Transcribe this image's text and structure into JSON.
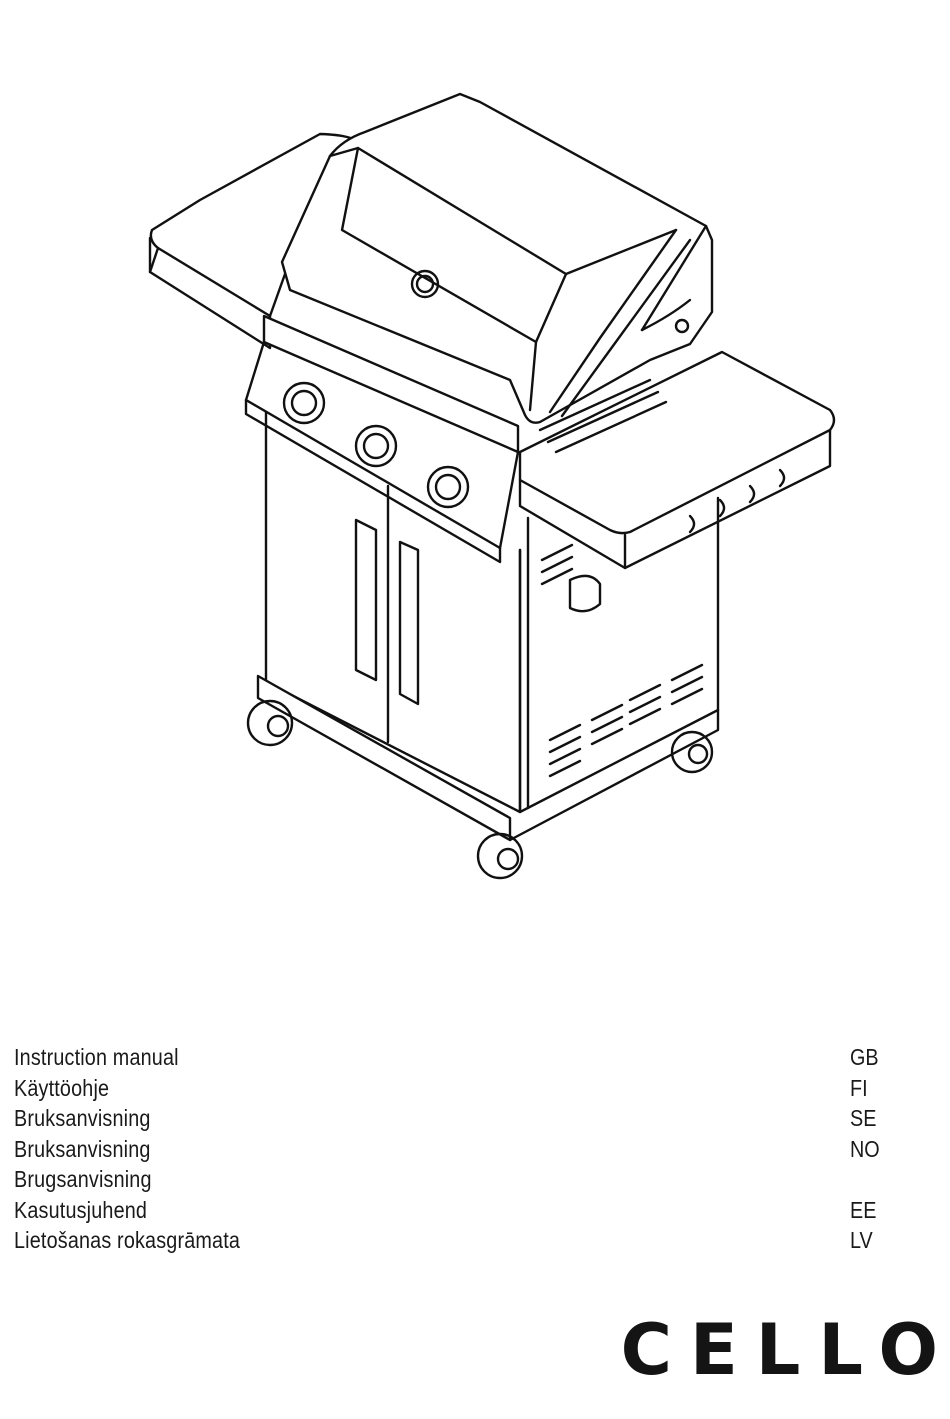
{
  "languages": [
    {
      "name": "Instruction manual",
      "code": "GB"
    },
    {
      "name": "Käyttöohje",
      "code": "FI"
    },
    {
      "name": "Bruksanvisning",
      "code": "SE"
    },
    {
      "name": "Bruksanvisning",
      "code": "NO"
    },
    {
      "name": "Brugsanvisning",
      "code": ""
    },
    {
      "name": "Kasutusjuhend",
      "code": "EE"
    },
    {
      "name": "Lietošanas rokasgrāmata",
      "code": "LV"
    }
  ],
  "brand": "CELLO",
  "illustration": {
    "subject": "gas-grill-icon"
  }
}
